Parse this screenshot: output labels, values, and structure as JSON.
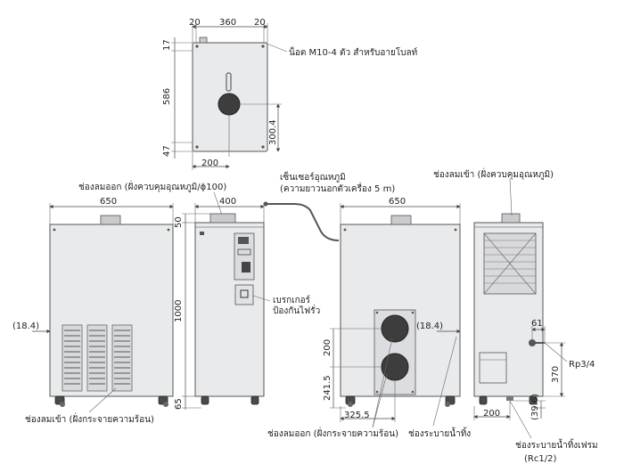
{
  "dimensions": {
    "top_left_margin": "20",
    "top_width": "360",
    "top_right_margin": "20",
    "top_upper": "17",
    "top_height": "586",
    "top_lower": "47",
    "top_hole_offset": "300.4",
    "top_bottom_width": "200",
    "front_width": "650",
    "side_width": "400",
    "side_top_height": "50",
    "side_body_height": "1000",
    "side_foot_height": "65",
    "rear_width": "650",
    "left_offset": "(18.4)",
    "rear_offset": "(18.4)",
    "rear_hole_spacing": "200",
    "rear_hole_height": "241.5",
    "rear_hole_x": "325.5",
    "right_61": "61",
    "right_370": "370",
    "right_200": "200",
    "right_39_6": "(39.6)"
  },
  "labels": {
    "bolt_note": "น็อต M10-4 ตัว สำหรับอายโบลท์",
    "outlet_top": "ช่องลมออก (ฝั่งควบคุมอุณหภูมิ/ϕ100)",
    "sensor_line1": "เซ็นเซอร์อุณหภูมิ",
    "sensor_line2": "(ความยาวนอกตัวเครื่อง 5 m)",
    "inlet_top": "ช่องลมเข้า (ฝั่งควบคุมอุณหภูมิ)",
    "breaker_line1": "เบรกเกอร์",
    "breaker_line2": "ป้องกันไฟรั่ว",
    "inlet_bottom": "ช่องลมเข้า (ฝั่งกระจายความร้อน)",
    "outlet_bottom": "ช่องลมออก (ฝั่งกระจายความร้อน)",
    "drain": "ช่องระบายน้ำทิ้ง",
    "rp": "Rp3/4",
    "frame_drain_line1": "ช่องระบายน้ำทิ้งเฟรม",
    "frame_drain_line2": "(Rc1/2)"
  }
}
